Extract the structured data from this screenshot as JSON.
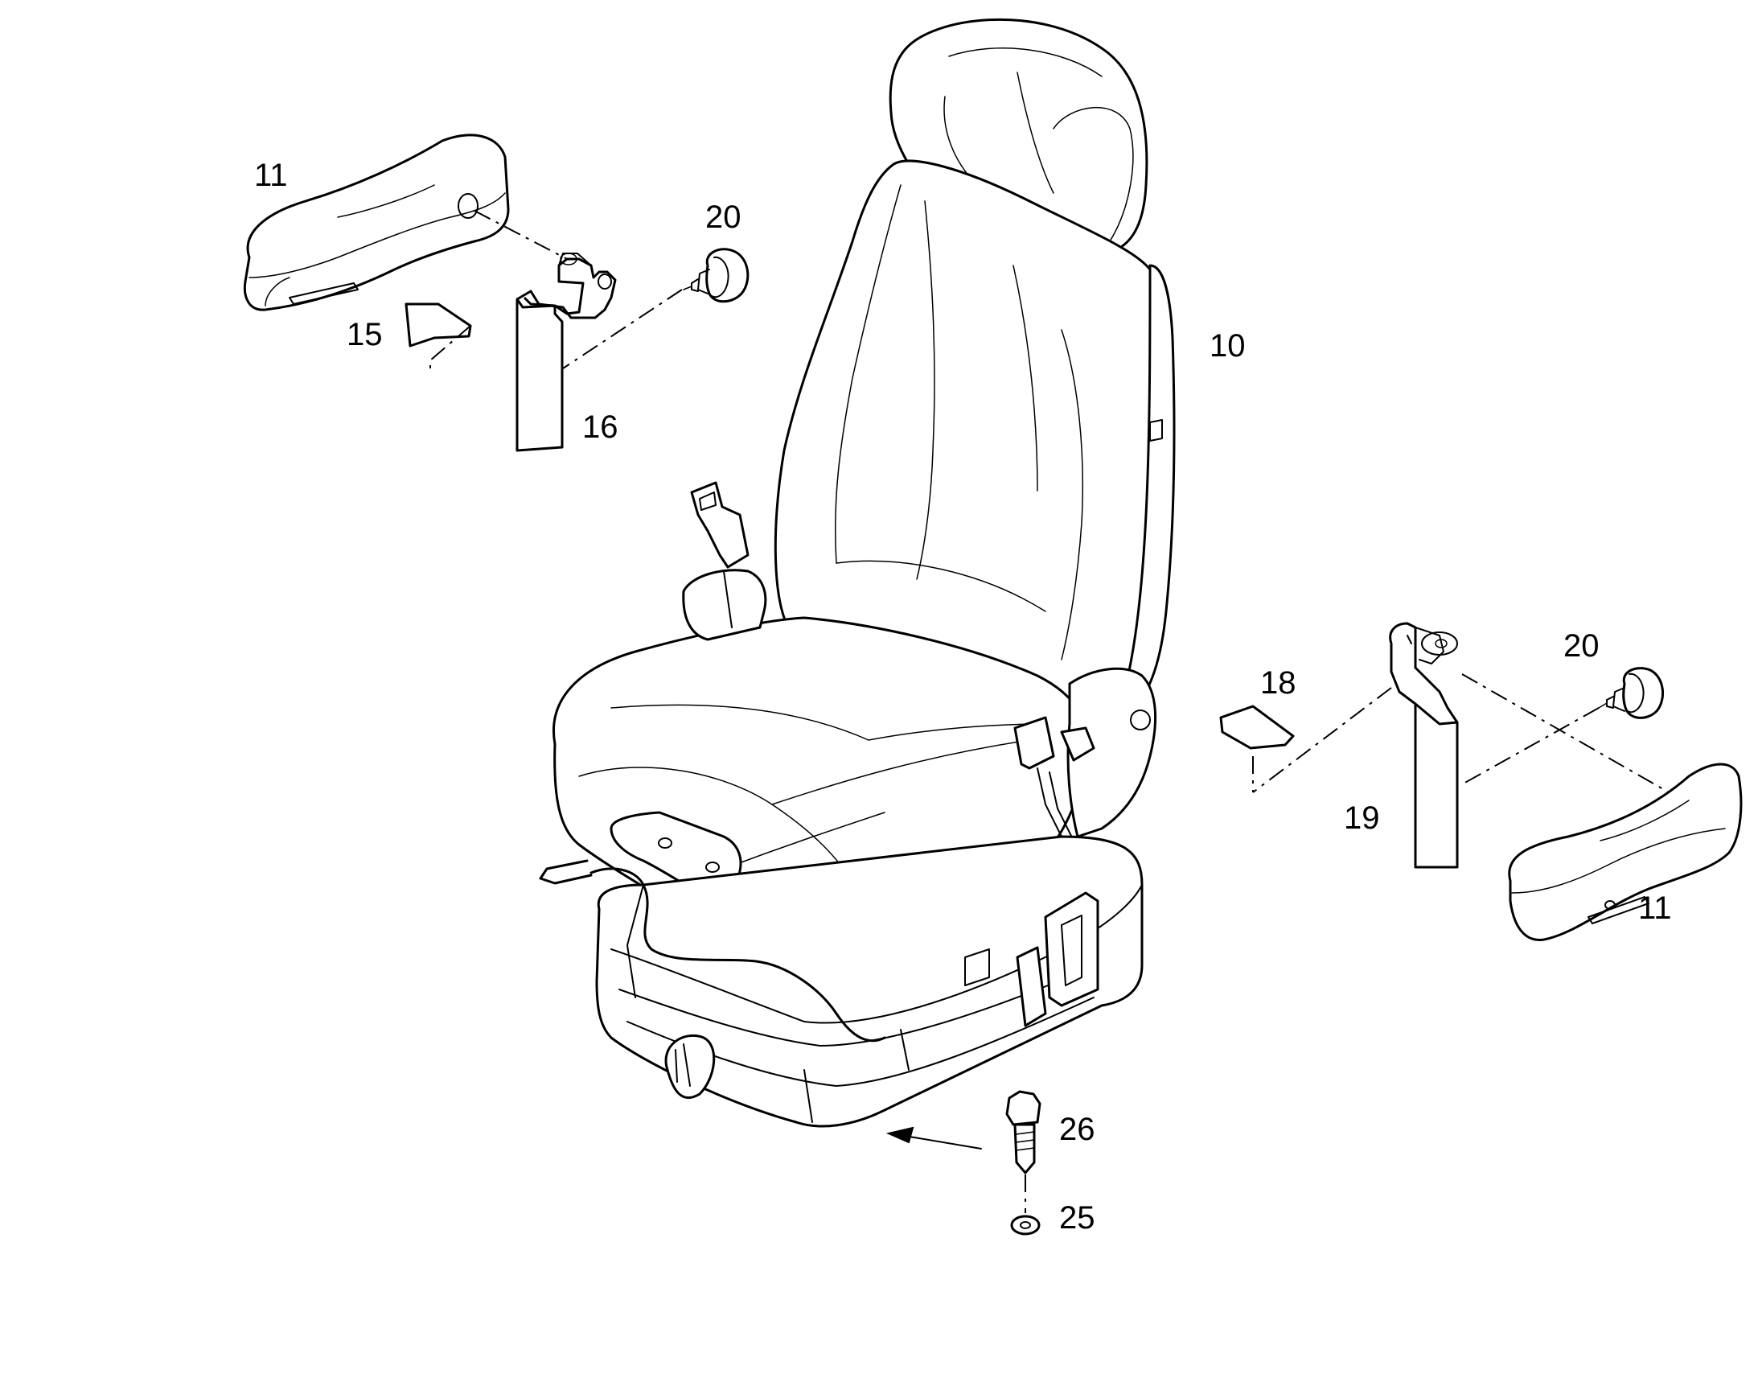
{
  "callouts": {
    "armrest_left": "11",
    "armrest_right": "11",
    "knob_left": "20",
    "knob_right": "20",
    "seat": "10",
    "cover_left": "15",
    "bracket_left": "16",
    "cover_right": "18",
    "bracket_right": "19",
    "bolt": "26",
    "washer": "25"
  }
}
